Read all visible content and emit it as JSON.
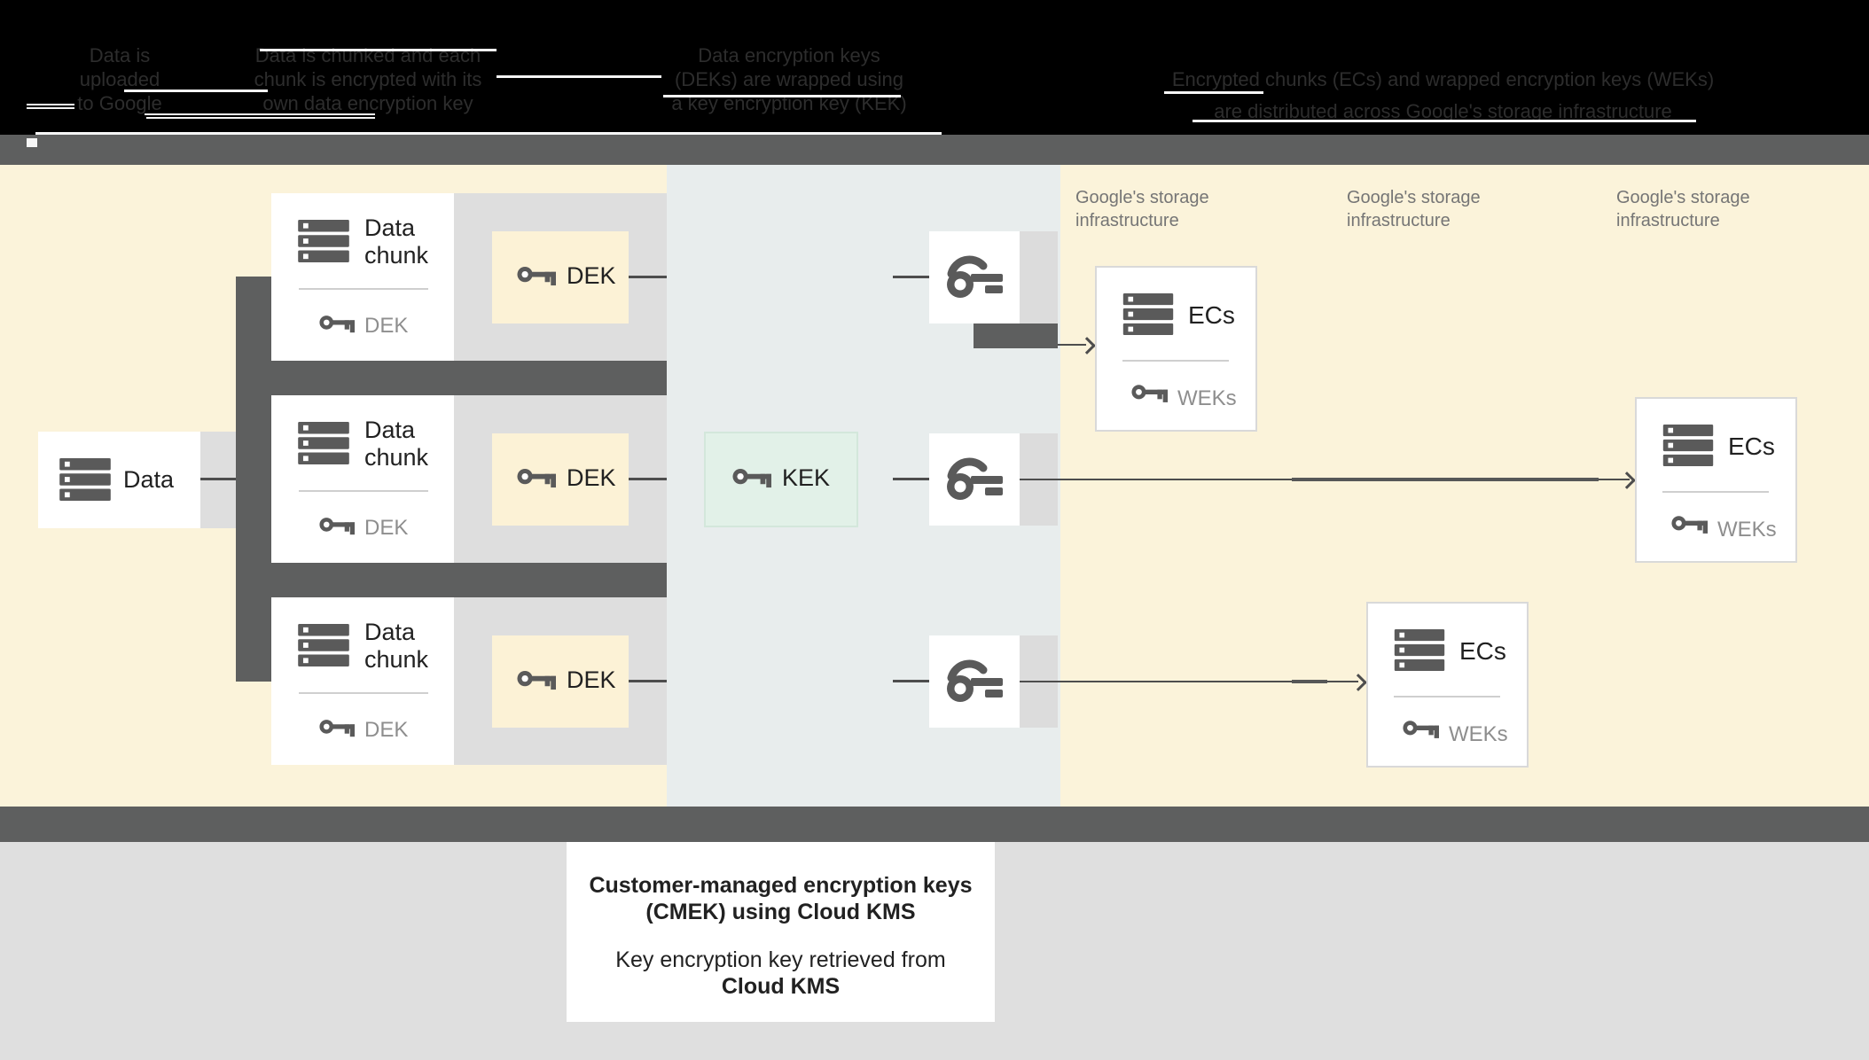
{
  "header": {
    "columns": [
      {
        "lines": [
          "Data is",
          "uploaded",
          "to Google"
        ]
      },
      {
        "lines": [
          "Data is chunked and each",
          "chunk is encrypted with its",
          "own data encryption key"
        ]
      },
      {
        "lines": [
          "Data encryption keys",
          "(DEKs) are wrapped using",
          "a key encryption key (KEK)"
        ]
      },
      {
        "lines": [
          "Encrypted chunks (ECs) and wrapped encryption keys (WEKs)",
          "are distributed across Google's storage infrastructure"
        ]
      }
    ]
  },
  "diagram": {
    "data_box": {
      "label": "Data"
    },
    "chunks": [
      {
        "title": "Data chunk",
        "inner_key_label": "DEK"
      },
      {
        "title": "Data chunk",
        "inner_key_label": "DEK"
      },
      {
        "title": "Data chunk",
        "inner_key_label": "DEK"
      }
    ],
    "dek_boxes": [
      {
        "label": "DEK"
      },
      {
        "label": "DEK"
      },
      {
        "label": "DEK"
      }
    ],
    "kek_box": {
      "label": "KEK"
    },
    "storage_labels": [
      {
        "line1": "Google's storage",
        "line2": "infrastructure"
      },
      {
        "line1": "Google's storage",
        "line2": "infrastructure"
      },
      {
        "line1": "Google's storage",
        "line2": "infrastructure"
      }
    ],
    "ecs_boxes": [
      {
        "title": "ECs",
        "key_label": "WEKs"
      },
      {
        "title": "ECs",
        "key_label": "WEKs"
      },
      {
        "title": "ECs",
        "key_label": "WEKs"
      }
    ]
  },
  "caption": {
    "line1": "Customer-managed encryption keys",
    "line2": "(CMEK) using Cloud KMS",
    "line3": "Key encryption key retrieved from",
    "line4": "Cloud KMS"
  },
  "colors": {
    "cream_background": "#fbf3da",
    "middle_panel": "#e8eded",
    "row_gray": "#dedede",
    "dark_gray": "#5e5f5f",
    "kek_fill": "#e2f1e8",
    "kek_border": "#d3e7db",
    "dek_fill": "#fcf2d6",
    "connector": "#4d4d4d",
    "text_dark": "#212121",
    "text_gray": "#8e8e8e",
    "storage_label_gray": "#757575",
    "bottom_gray": "#dfdfdf"
  }
}
